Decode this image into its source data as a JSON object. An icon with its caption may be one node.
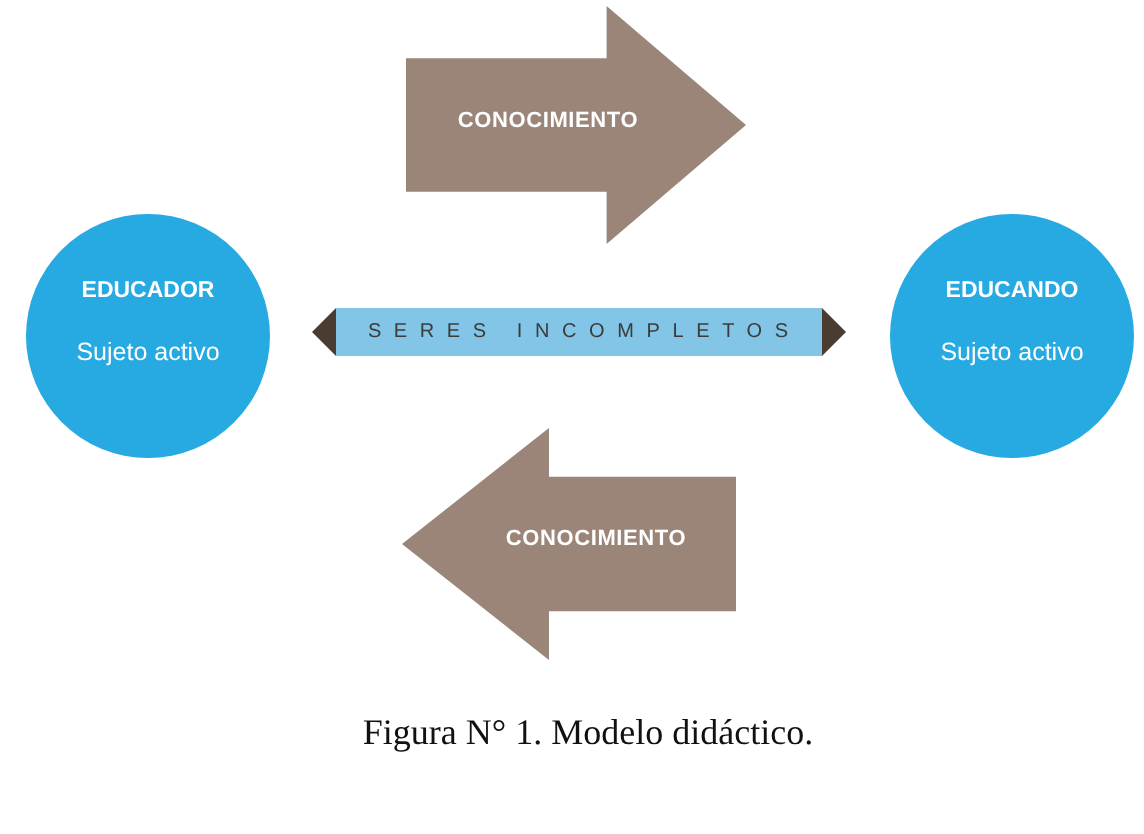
{
  "diagram": {
    "caption": "Figura N° 1. Modelo didáctico.",
    "nodes": [
      {
        "text": [
          "CONOCIMIENTO"
        ]
      },
      {
        "text": [
          "EDUCADOR",
          "Sujeto activo"
        ]
      },
      {
        "text": [
          "SERES INCOMPLETOS"
        ]
      },
      {
        "text": [
          "EDUCANDO",
          "Sujeto activo"
        ]
      },
      {
        "text": [
          "CONOCIMIENTO"
        ]
      }
    ]
  }
}
